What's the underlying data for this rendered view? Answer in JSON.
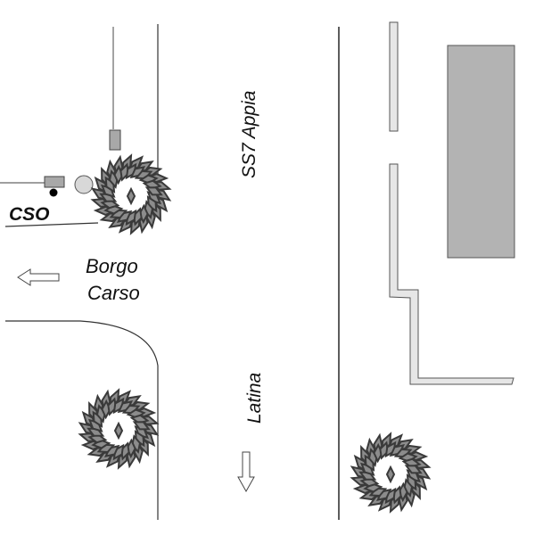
{
  "labels": {
    "road_main": "SS7 Appia",
    "direction_south": "Latina",
    "direction_west_line1": "Borgo",
    "direction_west_line2": "Carso",
    "cso": "CSO"
  },
  "colors": {
    "line": "#333333",
    "building": "#b3b3b3",
    "wall": "#e6e6e6",
    "leaf": "#8c8c8c",
    "leaf_stroke": "#3a3a3a"
  }
}
